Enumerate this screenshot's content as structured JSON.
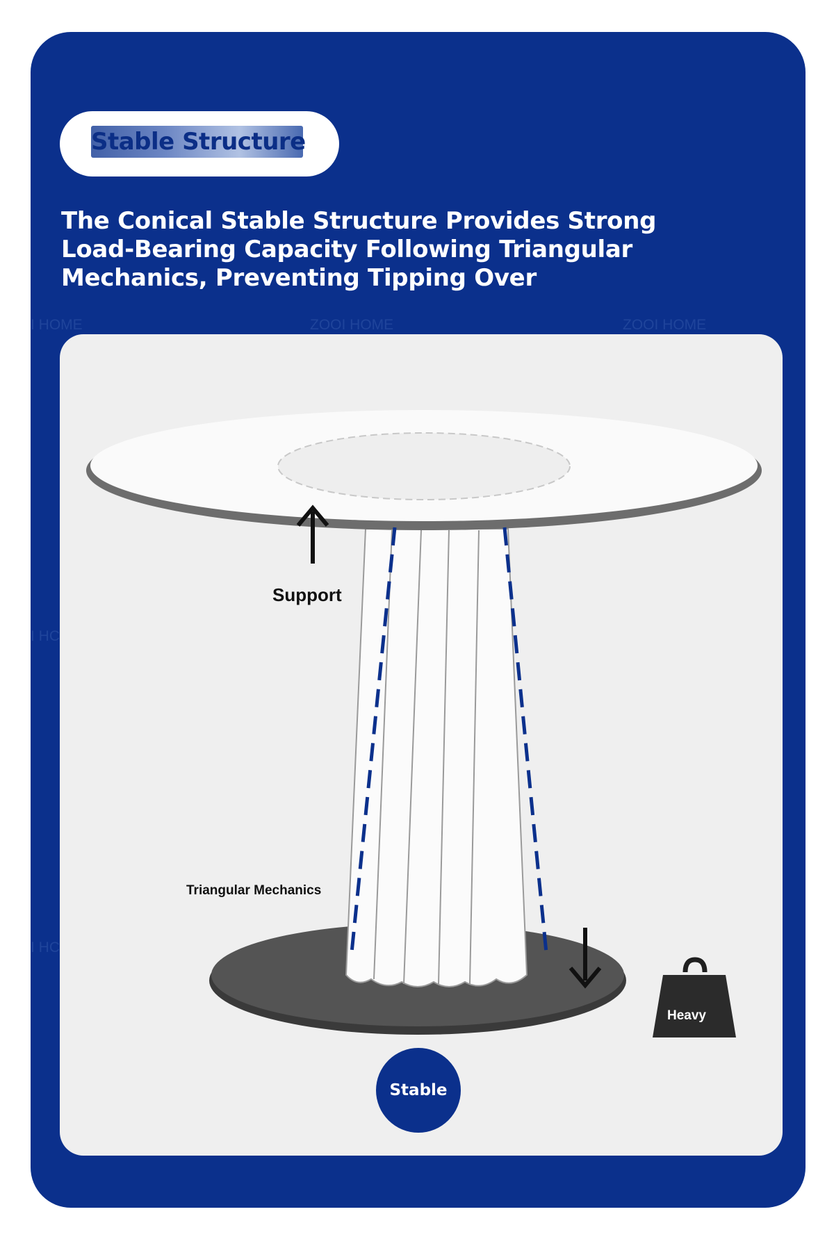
{
  "badge": {
    "label": "Stable Structure"
  },
  "headline": {
    "lines": [
      "The Conical Stable Structure Provides Strong",
      "Load-Bearing Capacity Following Triangular",
      "Mechanics, Preventing Tipping Over"
    ]
  },
  "watermark": {
    "text": "ZOOI HOME",
    "partial": "I HOME",
    "partial_short": "I HC"
  },
  "diagram": {
    "support_label": "Support",
    "triangular_label": "Triangular Mechanics",
    "weight_label": "Heavy",
    "stable_label": "Stable"
  },
  "colors": {
    "brand_blue": "#0b308c",
    "panel_bg": "#efefef",
    "dash_blue": "#0b308c",
    "base_dark": "#4a4a4a"
  },
  "icons": [
    "up-arrow-icon",
    "down-arrow-icon",
    "weight-icon"
  ]
}
